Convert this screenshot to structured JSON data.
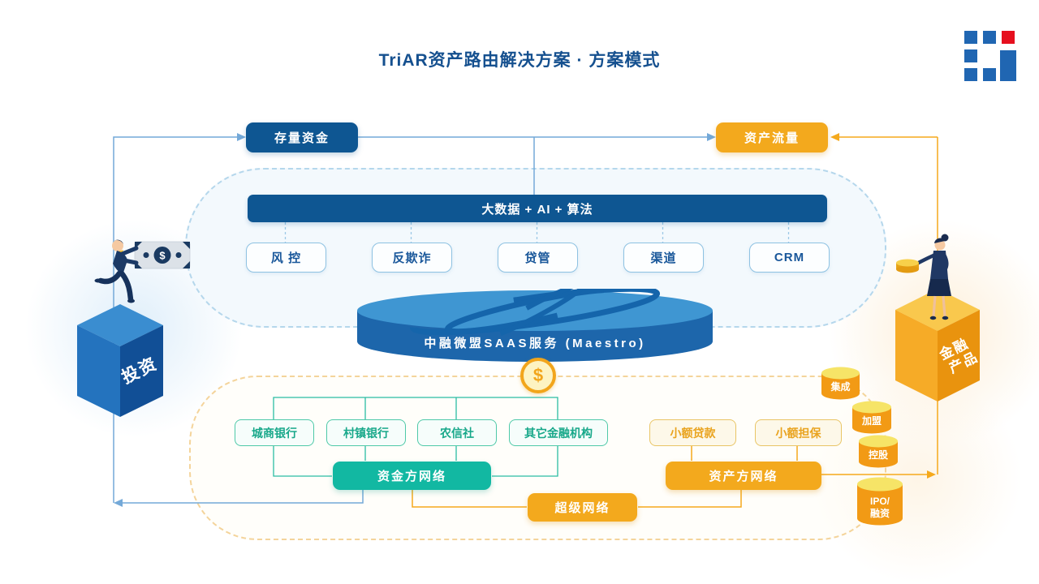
{
  "title": "TriAR资产路由解决方案 · 方案模式",
  "flow_top": {
    "stock_funds": "存量资金",
    "asset_flow": "资产流量"
  },
  "platform": {
    "headline": "大数据 + AI + 算法",
    "modules": [
      {
        "label": "风 控"
      },
      {
        "label": "反欺诈"
      },
      {
        "label": "贷管"
      },
      {
        "label": "渠道"
      },
      {
        "label": "CRM"
      }
    ]
  },
  "saas": {
    "label": "中融微盟SAAS服务 (Maestro)"
  },
  "coin": {
    "symbol": "$"
  },
  "funding": {
    "institutions": [
      {
        "label": "城商银行"
      },
      {
        "label": "村镇银行"
      },
      {
        "label": "农信社"
      },
      {
        "label": "其它金融机构"
      }
    ],
    "network": "资金方网络"
  },
  "assets": {
    "institutions": [
      {
        "label": "小额贷款"
      },
      {
        "label": "小额担保"
      }
    ],
    "network": "资产方网络"
  },
  "super_network": {
    "label": "超级网络"
  },
  "capital_paths": [
    {
      "label": "集成"
    },
    {
      "label": "加盟"
    },
    {
      "label": "控股"
    },
    {
      "label": "IPO/融资",
      "line1": "IPO/",
      "line2": "融资"
    }
  ],
  "actors": {
    "investor_cube": "投资",
    "product_cube_line1": "金融",
    "product_cube_line2": "产品"
  },
  "colors": {
    "primary_blue": "#0e5692",
    "title_blue": "#15508f",
    "light_blue_line": "#74a9d8",
    "teal": "#12b8a2",
    "orange": "#f3a91d",
    "logo_blue": "#2066b2",
    "logo_red": "#e60f1e"
  }
}
